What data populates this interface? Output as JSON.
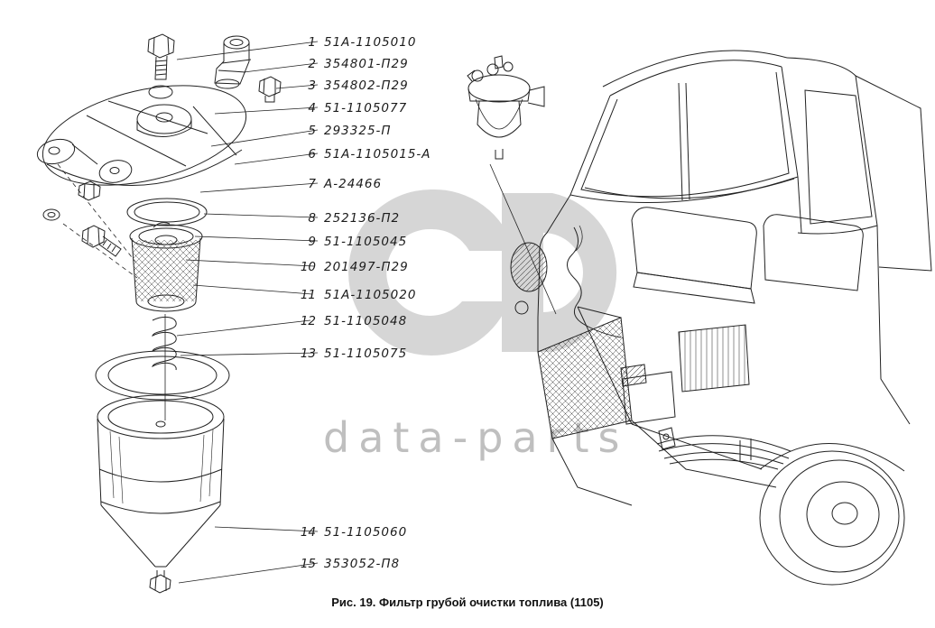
{
  "figure": {
    "caption": "Рис. 19. Фильтр грубой очистки топлива (1105)"
  },
  "watermark": {
    "text": "data-parts",
    "color": "#bfbfbf"
  },
  "colors": {
    "line": "#222222",
    "watermark_logo": "#d2d2d2"
  },
  "parts_list": {
    "items": [
      {
        "num": "1",
        "code": "51А-1105010"
      },
      {
        "num": "2",
        "code": "354801-П29"
      },
      {
        "num": "3",
        "code": "354802-П29"
      },
      {
        "num": "4",
        "code": "51-1105077"
      },
      {
        "num": "5",
        "code": "293325-П"
      },
      {
        "num": "6",
        "code": "51А-1105015-А"
      },
      {
        "num": "7",
        "code": "А-24466"
      },
      {
        "num": "8",
        "code": "252136-П2"
      },
      {
        "num": "9",
        "code": "51-1105045"
      },
      {
        "num": "10",
        "code": "201497-П29"
      },
      {
        "num": "11",
        "code": "51А-1105020"
      },
      {
        "num": "12",
        "code": "51-1105048"
      },
      {
        "num": "13",
        "code": "51-1105075"
      },
      {
        "num": "14",
        "code": "51-1105060"
      },
      {
        "num": "15",
        "code": "353052-П8"
      }
    ]
  }
}
